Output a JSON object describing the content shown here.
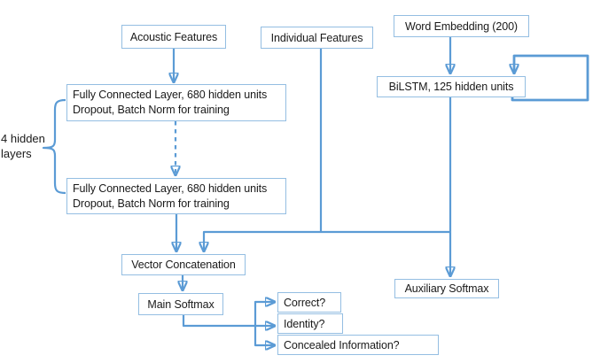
{
  "colors": {
    "arrow": "#5B9BD5",
    "box_border": "#94BEE2",
    "box_fill": "#FFFFFF",
    "text": "#1A1A1A",
    "background": "#FFFFFF"
  },
  "nodes": {
    "acoustic": {
      "label": "Acoustic Features"
    },
    "individual": {
      "label": "Individual Features"
    },
    "word_embedding": {
      "label": "Word Embedding (200)"
    },
    "fc1": {
      "line1": "Fully Connected Layer, 680 hidden units",
      "line2": "Dropout, Batch Norm for training"
    },
    "fc2": {
      "line1": "Fully Connected Layer, 680 hidden units",
      "line2": "Dropout, Batch Norm for training"
    },
    "bilstm": {
      "label": "BiLSTM, 125 hidden units"
    },
    "vector_concatenation": {
      "label": "Vector Concatenation"
    },
    "main_softmax": {
      "label": "Main Softmax"
    },
    "aux_softmax": {
      "label": "Auxiliary Softmax"
    },
    "correct": {
      "label": "Correct?"
    },
    "identity": {
      "label": "Identity?"
    },
    "concealed": {
      "label": "Concealed Information?"
    }
  },
  "annotations": {
    "hidden_layers": {
      "line1": "4 hidden",
      "line2": "layers"
    }
  }
}
